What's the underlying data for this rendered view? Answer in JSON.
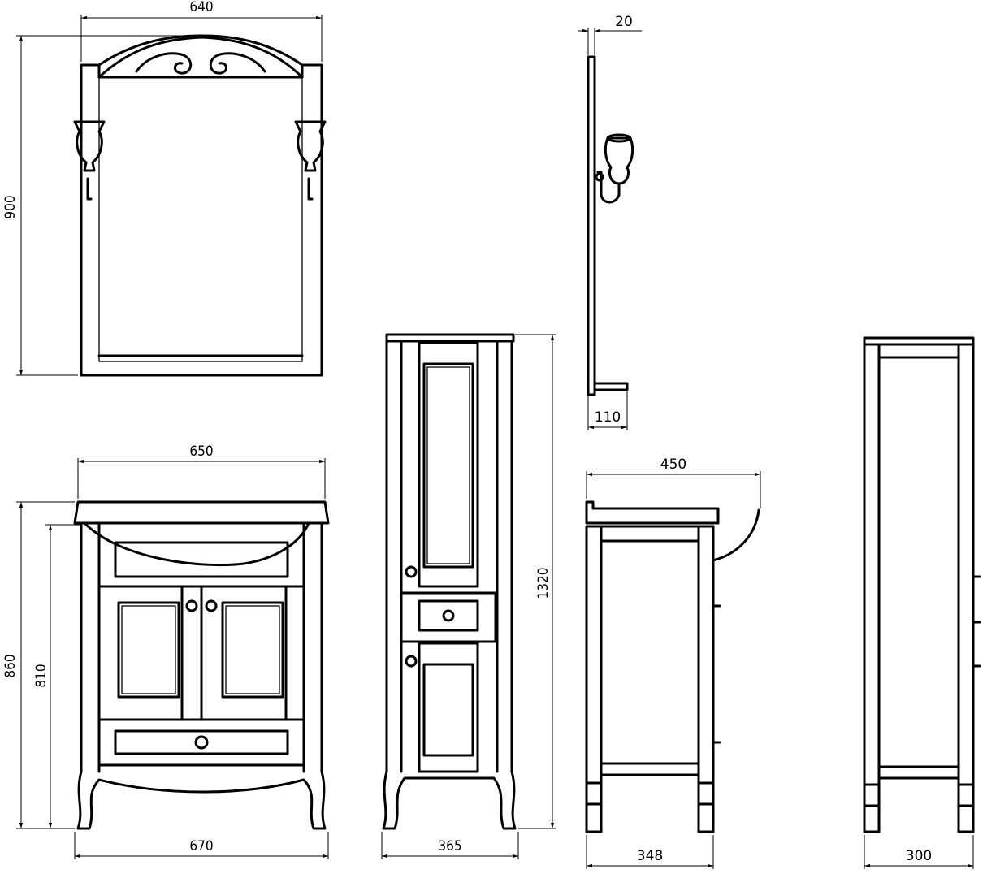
{
  "dimensions": {
    "mirror_width": "640",
    "mirror_height": "900",
    "mirror_depth": "20",
    "shelf_depth": "110",
    "vanity_top_width": "650",
    "vanity_total_height": "860",
    "vanity_body_height": "810",
    "vanity_leg_width": "670",
    "cabinet_height": "1320",
    "cabinet_width": "365",
    "vanity_top_depth": "450",
    "vanity_side_depth": "348",
    "cabinet_side_depth": "300"
  }
}
